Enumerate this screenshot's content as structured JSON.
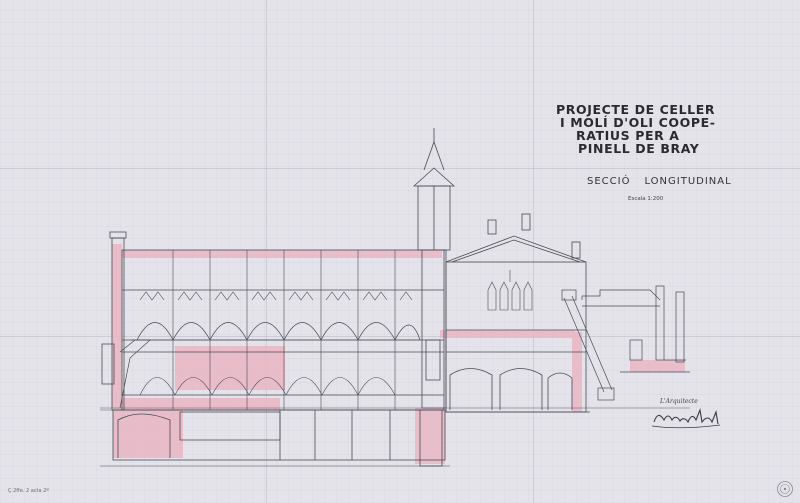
{
  "title_lines": [
    "Projecte de Celler",
    "i Molí d'Oli Coope-",
    "ratius per a",
    "Pinell de Bray"
  ],
  "section": {
    "word1": "Secció",
    "word2": "Longitudinal"
  },
  "scale": "Escala 1:200",
  "architect": "L'Arquitecte",
  "archive_note": "Ç 2ffe. 2 acta 2º",
  "colors": {
    "paper": "#e4e3e9",
    "ink": "#4a4a55",
    "wash": "#e9b7c4"
  }
}
